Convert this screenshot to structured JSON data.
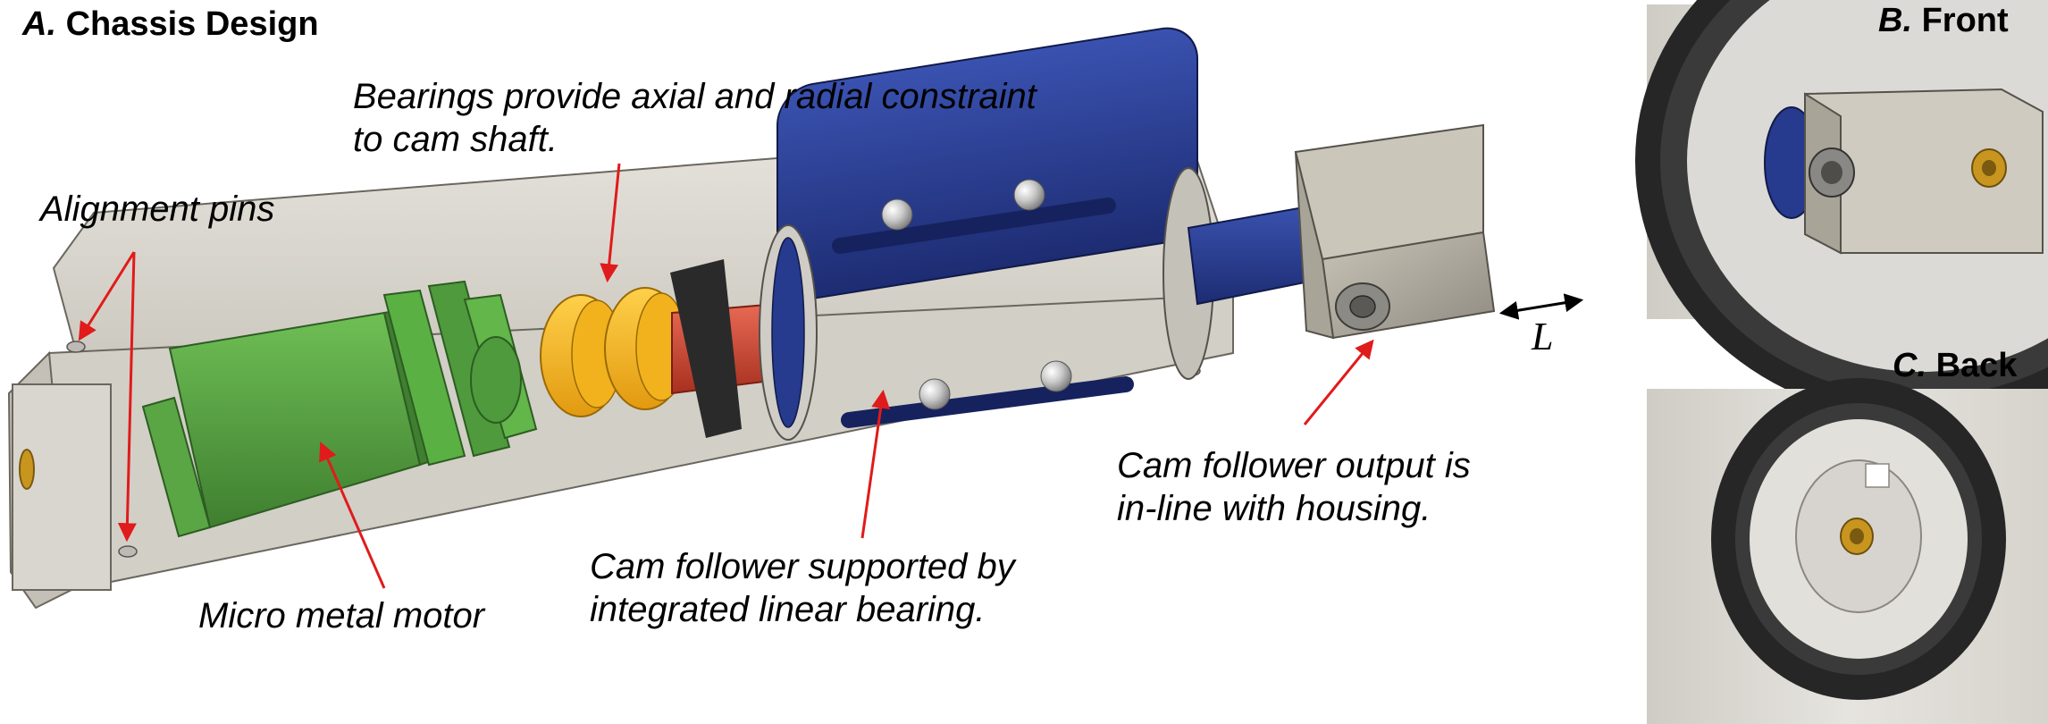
{
  "panels": {
    "a": {
      "letter": "A.",
      "title": "Chassis Design"
    },
    "b": {
      "letter": "B.",
      "title": "Front"
    },
    "c": {
      "letter": "C.",
      "title": "Back"
    }
  },
  "annotations": {
    "alignment_pins": "Alignment pins",
    "bearings": [
      "Bearings provide axial and radial constraint",
      "to cam shaft."
    ],
    "motor": "Micro metal motor",
    "follower_support": [
      "Cam follower supported by",
      "integrated linear bearing."
    ],
    "output": [
      "Cam follower output is",
      "in-line with housing."
    ],
    "stroke_symbol": "L"
  },
  "colors": {
    "housing": "#cfccc4",
    "motor": "#4e9a3c",
    "bearing": "#f2b21e",
    "cam_shaft": "#c8442f",
    "follower": "#263a8e",
    "end_cap": "#2a2a2a",
    "insert": "#c8951f",
    "arrow": "#e01b1b"
  }
}
